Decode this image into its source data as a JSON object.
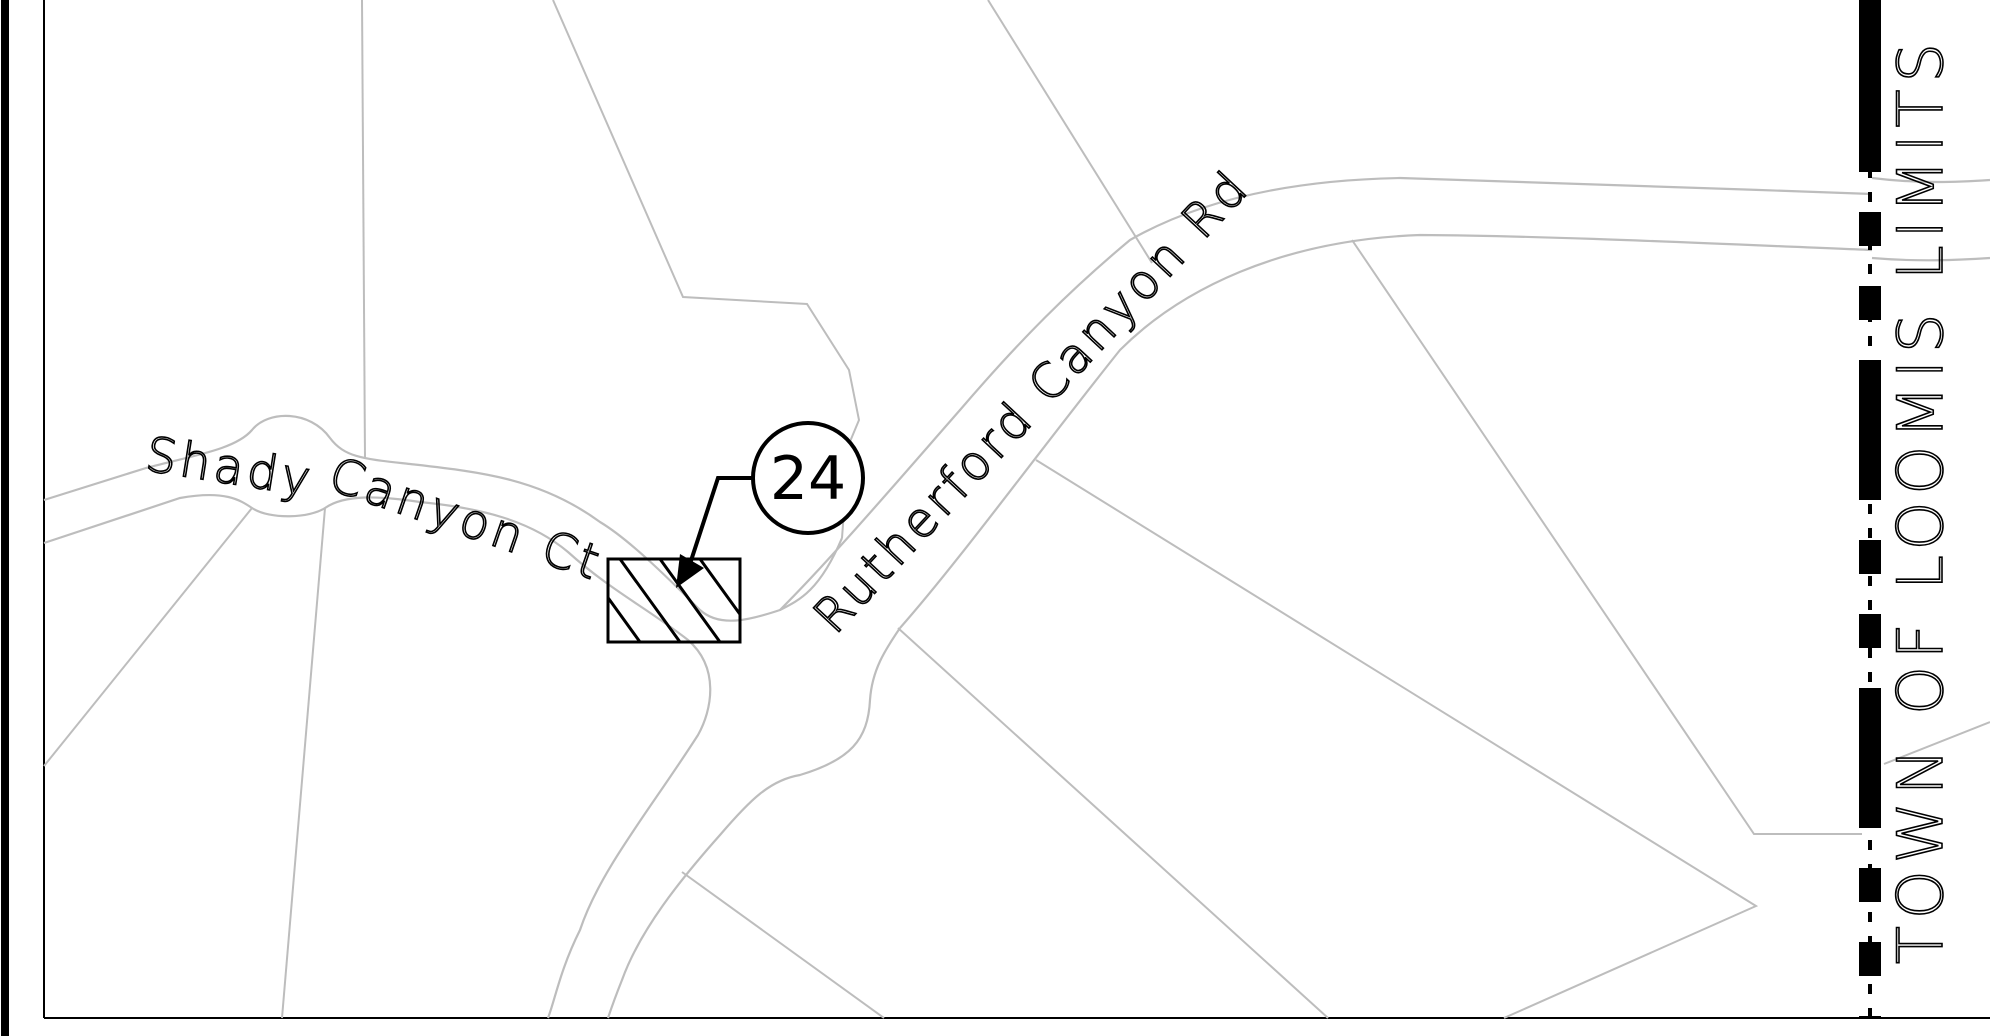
{
  "map": {
    "street_labels": {
      "shady_word1": "Shady",
      "shady_word2": "Canyon Ct",
      "rutherford": "Rutherford Canyon Rd"
    },
    "boundary_label": "TOWN OF LOOMIS LIMITS",
    "callout_number": "24",
    "colors": {
      "parcel_line": "#bdbdbd",
      "ink": "#000000",
      "background": "#ffffff"
    },
    "icons": {
      "site_marker": "hatched-rectangle-icon",
      "callout": "numbered-circle-callout-icon",
      "leader": "leader-arrow-icon",
      "boundary": "dash-dot-boundary-line-icon"
    }
  }
}
